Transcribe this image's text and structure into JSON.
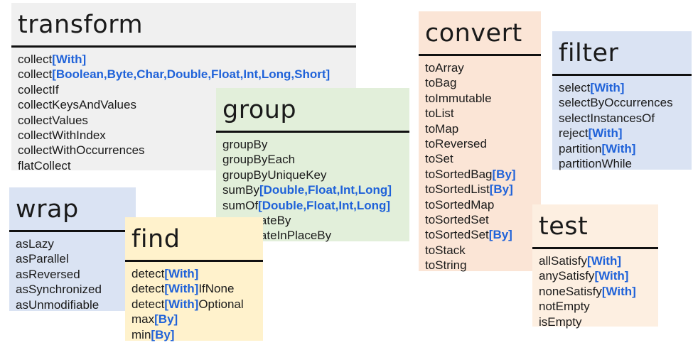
{
  "cards": {
    "transform": {
      "title": "transform",
      "items": [
        {
          "base": "collect",
          "suffix": "[With]",
          "rest": ""
        },
        {
          "base": "collect",
          "suffix": "[Boolean,Byte,Char,Double,Float,Int,Long,Short]",
          "rest": ""
        },
        {
          "base": "collectIf",
          "suffix": "",
          "rest": ""
        },
        {
          "base": "collectKeysAndValues",
          "suffix": "",
          "rest": ""
        },
        {
          "base": "collectValues",
          "suffix": "",
          "rest": ""
        },
        {
          "base": "collectWithIndex",
          "suffix": "",
          "rest": ""
        },
        {
          "base": "collectWithOccurrences",
          "suffix": "",
          "rest": ""
        },
        {
          "base": "flatCollect",
          "suffix": "",
          "rest": ""
        }
      ]
    },
    "group": {
      "title": "group",
      "items": [
        {
          "base": "groupBy",
          "suffix": "",
          "rest": ""
        },
        {
          "base": "groupByEach",
          "suffix": "",
          "rest": ""
        },
        {
          "base": "groupByUniqueKey",
          "suffix": "",
          "rest": ""
        },
        {
          "base": "sumBy",
          "suffix": "[Double,Float,Int,Long]",
          "rest": ""
        },
        {
          "base": "sumOf",
          "suffix": "[Double,Float,Int,Long]",
          "rest": ""
        },
        {
          "base": "aggregateBy",
          "suffix": "",
          "rest": ""
        },
        {
          "base": "aggregateInPlaceBy",
          "suffix": "",
          "rest": ""
        }
      ]
    },
    "convert": {
      "title": "convert",
      "items": [
        {
          "base": "toArray",
          "suffix": "",
          "rest": ""
        },
        {
          "base": "toBag",
          "suffix": "",
          "rest": ""
        },
        {
          "base": "toImmutable",
          "suffix": "",
          "rest": ""
        },
        {
          "base": "toList",
          "suffix": "",
          "rest": ""
        },
        {
          "base": "toMap",
          "suffix": "",
          "rest": ""
        },
        {
          "base": "toReversed",
          "suffix": "",
          "rest": ""
        },
        {
          "base": "toSet",
          "suffix": "",
          "rest": ""
        },
        {
          "base": "toSortedBag",
          "suffix": "[By]",
          "rest": ""
        },
        {
          "base": "toSortedList",
          "suffix": "[By]",
          "rest": ""
        },
        {
          "base": "toSortedMap",
          "suffix": "",
          "rest": ""
        },
        {
          "base": "toSortedSet",
          "suffix": "",
          "rest": ""
        },
        {
          "base": "toSortedSet",
          "suffix": "[By]",
          "rest": ""
        },
        {
          "base": "toStack",
          "suffix": "",
          "rest": ""
        },
        {
          "base": "toString",
          "suffix": "",
          "rest": ""
        }
      ]
    },
    "filter": {
      "title": "filter",
      "items": [
        {
          "base": "select",
          "suffix": "[With]",
          "rest": ""
        },
        {
          "base": "selectByOccurrences",
          "suffix": "",
          "rest": ""
        },
        {
          "base": "selectInstancesOf",
          "suffix": "",
          "rest": ""
        },
        {
          "base": "reject",
          "suffix": "[With]",
          "rest": ""
        },
        {
          "base": "partition",
          "suffix": "[With]",
          "rest": ""
        },
        {
          "base": "partitionWhile",
          "suffix": "",
          "rest": ""
        }
      ]
    },
    "wrap": {
      "title": "wrap",
      "items": [
        {
          "base": "asLazy",
          "suffix": "",
          "rest": ""
        },
        {
          "base": "asParallel",
          "suffix": "",
          "rest": ""
        },
        {
          "base": "asReversed",
          "suffix": "",
          "rest": ""
        },
        {
          "base": "asSynchronized",
          "suffix": "",
          "rest": ""
        },
        {
          "base": "asUnmodifiable",
          "suffix": "",
          "rest": ""
        }
      ]
    },
    "find": {
      "title": "find",
      "items": [
        {
          "base": "detect",
          "suffix": "[With]",
          "rest": ""
        },
        {
          "base": "detect",
          "suffix": "[With]",
          "rest": "IfNone"
        },
        {
          "base": "detect",
          "suffix": "[With]",
          "rest": "Optional"
        },
        {
          "base": "max",
          "suffix": "[By]",
          "rest": ""
        },
        {
          "base": "min",
          "suffix": "[By]",
          "rest": ""
        }
      ]
    },
    "test": {
      "title": "test",
      "items": [
        {
          "base": "allSatisfy",
          "suffix": "[With]",
          "rest": ""
        },
        {
          "base": "anySatisfy",
          "suffix": "[With]",
          "rest": ""
        },
        {
          "base": "noneSatisfy",
          "suffix": "[With]",
          "rest": ""
        },
        {
          "base": "notEmpty",
          "suffix": "",
          "rest": ""
        },
        {
          "base": "isEmpty",
          "suffix": "",
          "rest": ""
        }
      ]
    }
  },
  "colors": {
    "highlight": "#1f62d9",
    "transform_bg": "#f0f0f0",
    "group_bg": "#e2efda",
    "convert_bg": "#fbe5d6",
    "filter_bg": "#dae3f3",
    "wrap_bg": "#dae3f3",
    "find_bg": "#fff2cc",
    "test_bg": "#fdefe1"
  }
}
